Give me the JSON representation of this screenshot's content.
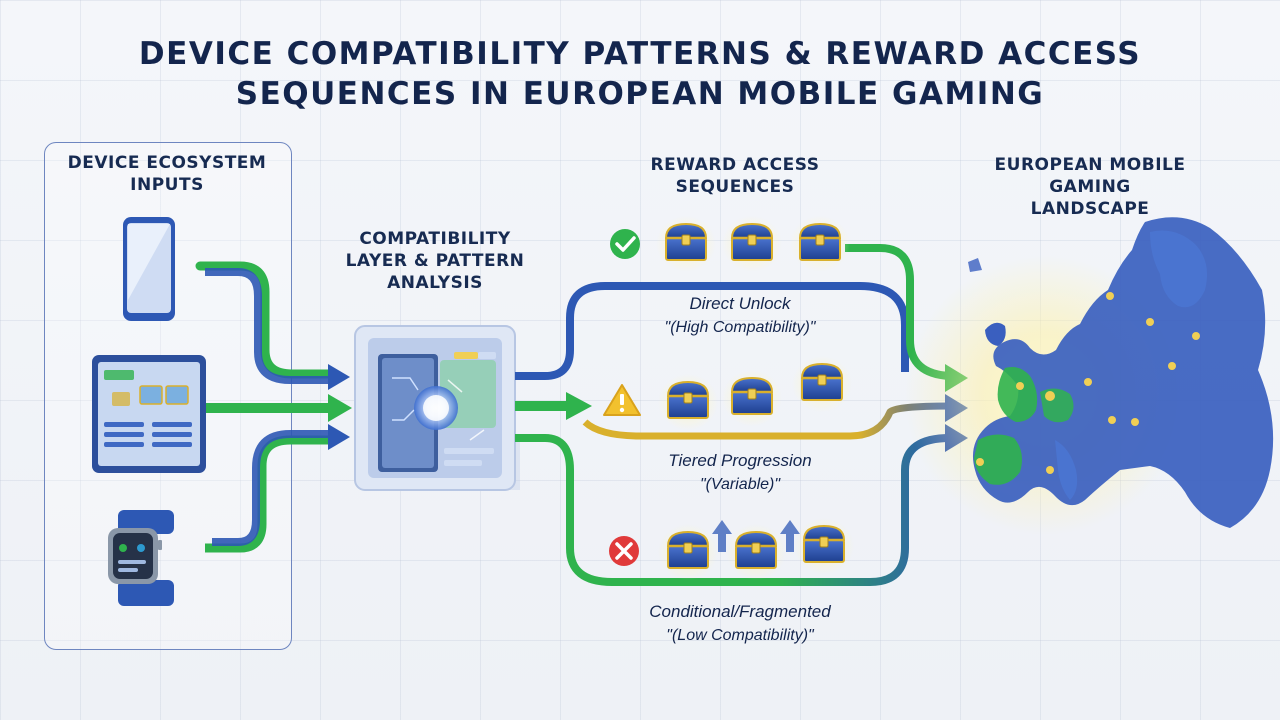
{
  "title": {
    "line1": "DEVICE COMPATIBILITY PATTERNS & REWARD ACCESS",
    "line2": "SEQUENCES IN EUROPEAN MOBILE GAMING"
  },
  "inputs": {
    "heading_line1": "DEVICE ECOSYSTEM",
    "heading_line2": "INPUTS",
    "devices": [
      "smartphone-icon",
      "tablet-icon",
      "smartwatch-icon"
    ]
  },
  "layer": {
    "heading_line1": "COMPATIBILITY",
    "heading_line2": "LAYER & PATTERN",
    "heading_line3": "ANALYSIS"
  },
  "rewards": {
    "heading_line1": "REWARD ACCESS",
    "heading_line2": "SEQUENCES",
    "direct": {
      "name": "Direct Unlock",
      "detail": "\"(High Compatibility)\"",
      "status": "check-icon"
    },
    "tiered": {
      "name": "Tiered Progression",
      "detail": "\"(Variable)\"",
      "status": "warning-icon"
    },
    "conditional": {
      "name": "Conditional/Fragmented",
      "detail": "\"(Low Compatibility)\"",
      "status": "cross-icon"
    }
  },
  "map": {
    "heading_line1": "EUROPEAN MOBILE",
    "heading_line2": "GAMING",
    "heading_line3": "LANDSCAPE"
  },
  "colors": {
    "blue": "#2d58b4",
    "green": "#2fb34d",
    "gold": "#d9b02c",
    "red": "#e03a3a",
    "navy": "#13254d"
  }
}
